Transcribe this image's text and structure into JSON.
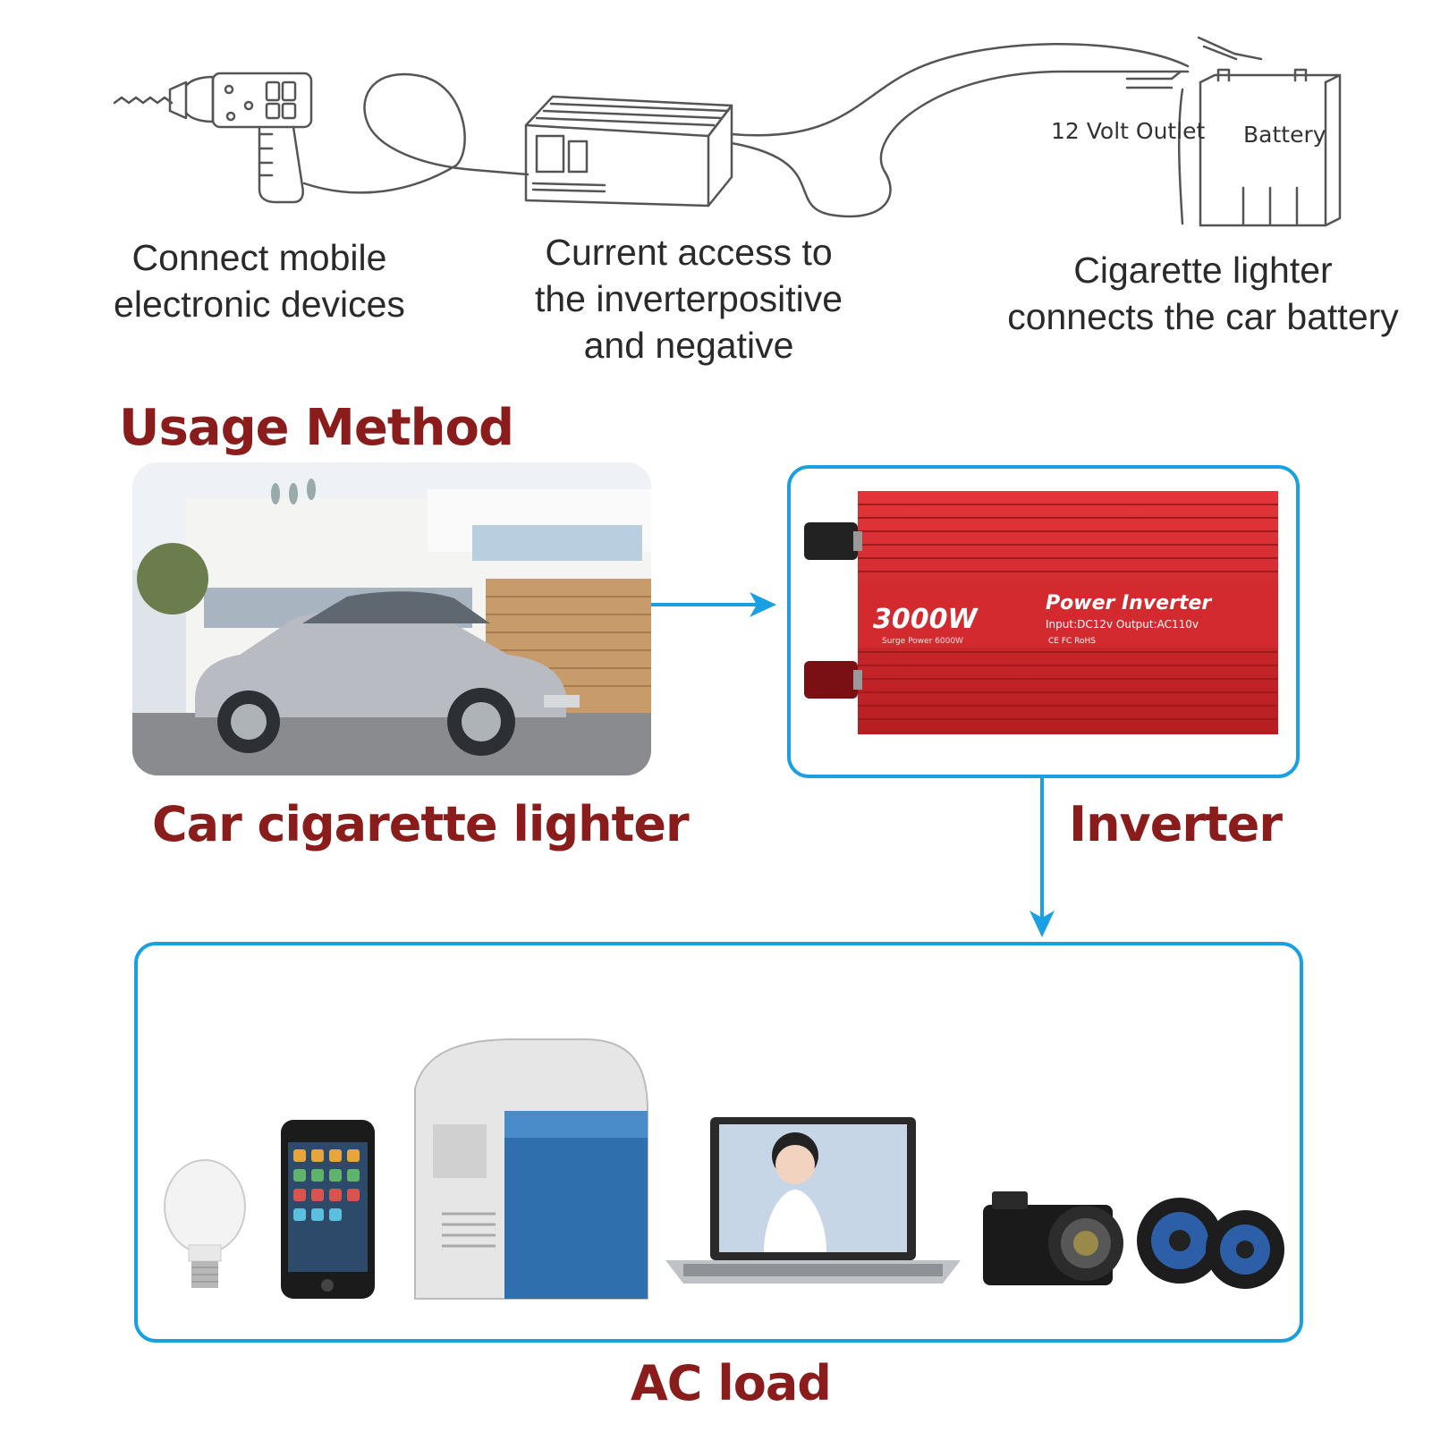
{
  "sketch": {
    "label_device": "Connect mobile\nelectronic devices",
    "label_inverter": "Current access to\nthe inverterpositive\nand negative",
    "label_battery": "Cigarette lighter\nconnects the car battery",
    "outlet_label": "12 Volt Outlet",
    "battery_label": "Battery"
  },
  "title": "Usage Method",
  "steps": {
    "car": "Car cigarette lighter",
    "inverter": "Inverter",
    "load": "AC load"
  },
  "inverter_product": {
    "wattage": "3000W",
    "surge": "Surge Power 6000W",
    "name": "Power Inverter",
    "spec": "Input:DC12v  Output:AC110v",
    "certs": "CE FC RoHS"
  },
  "colors": {
    "heading": "#8b1c1c",
    "frame": "#1aa0e0",
    "inverter_body": "#d8262c"
  },
  "load_devices": [
    "light-bulb-icon",
    "smartphone-icon",
    "car-fridge-icon",
    "laptop-icon",
    "camera-icon",
    "speaker-icon"
  ]
}
